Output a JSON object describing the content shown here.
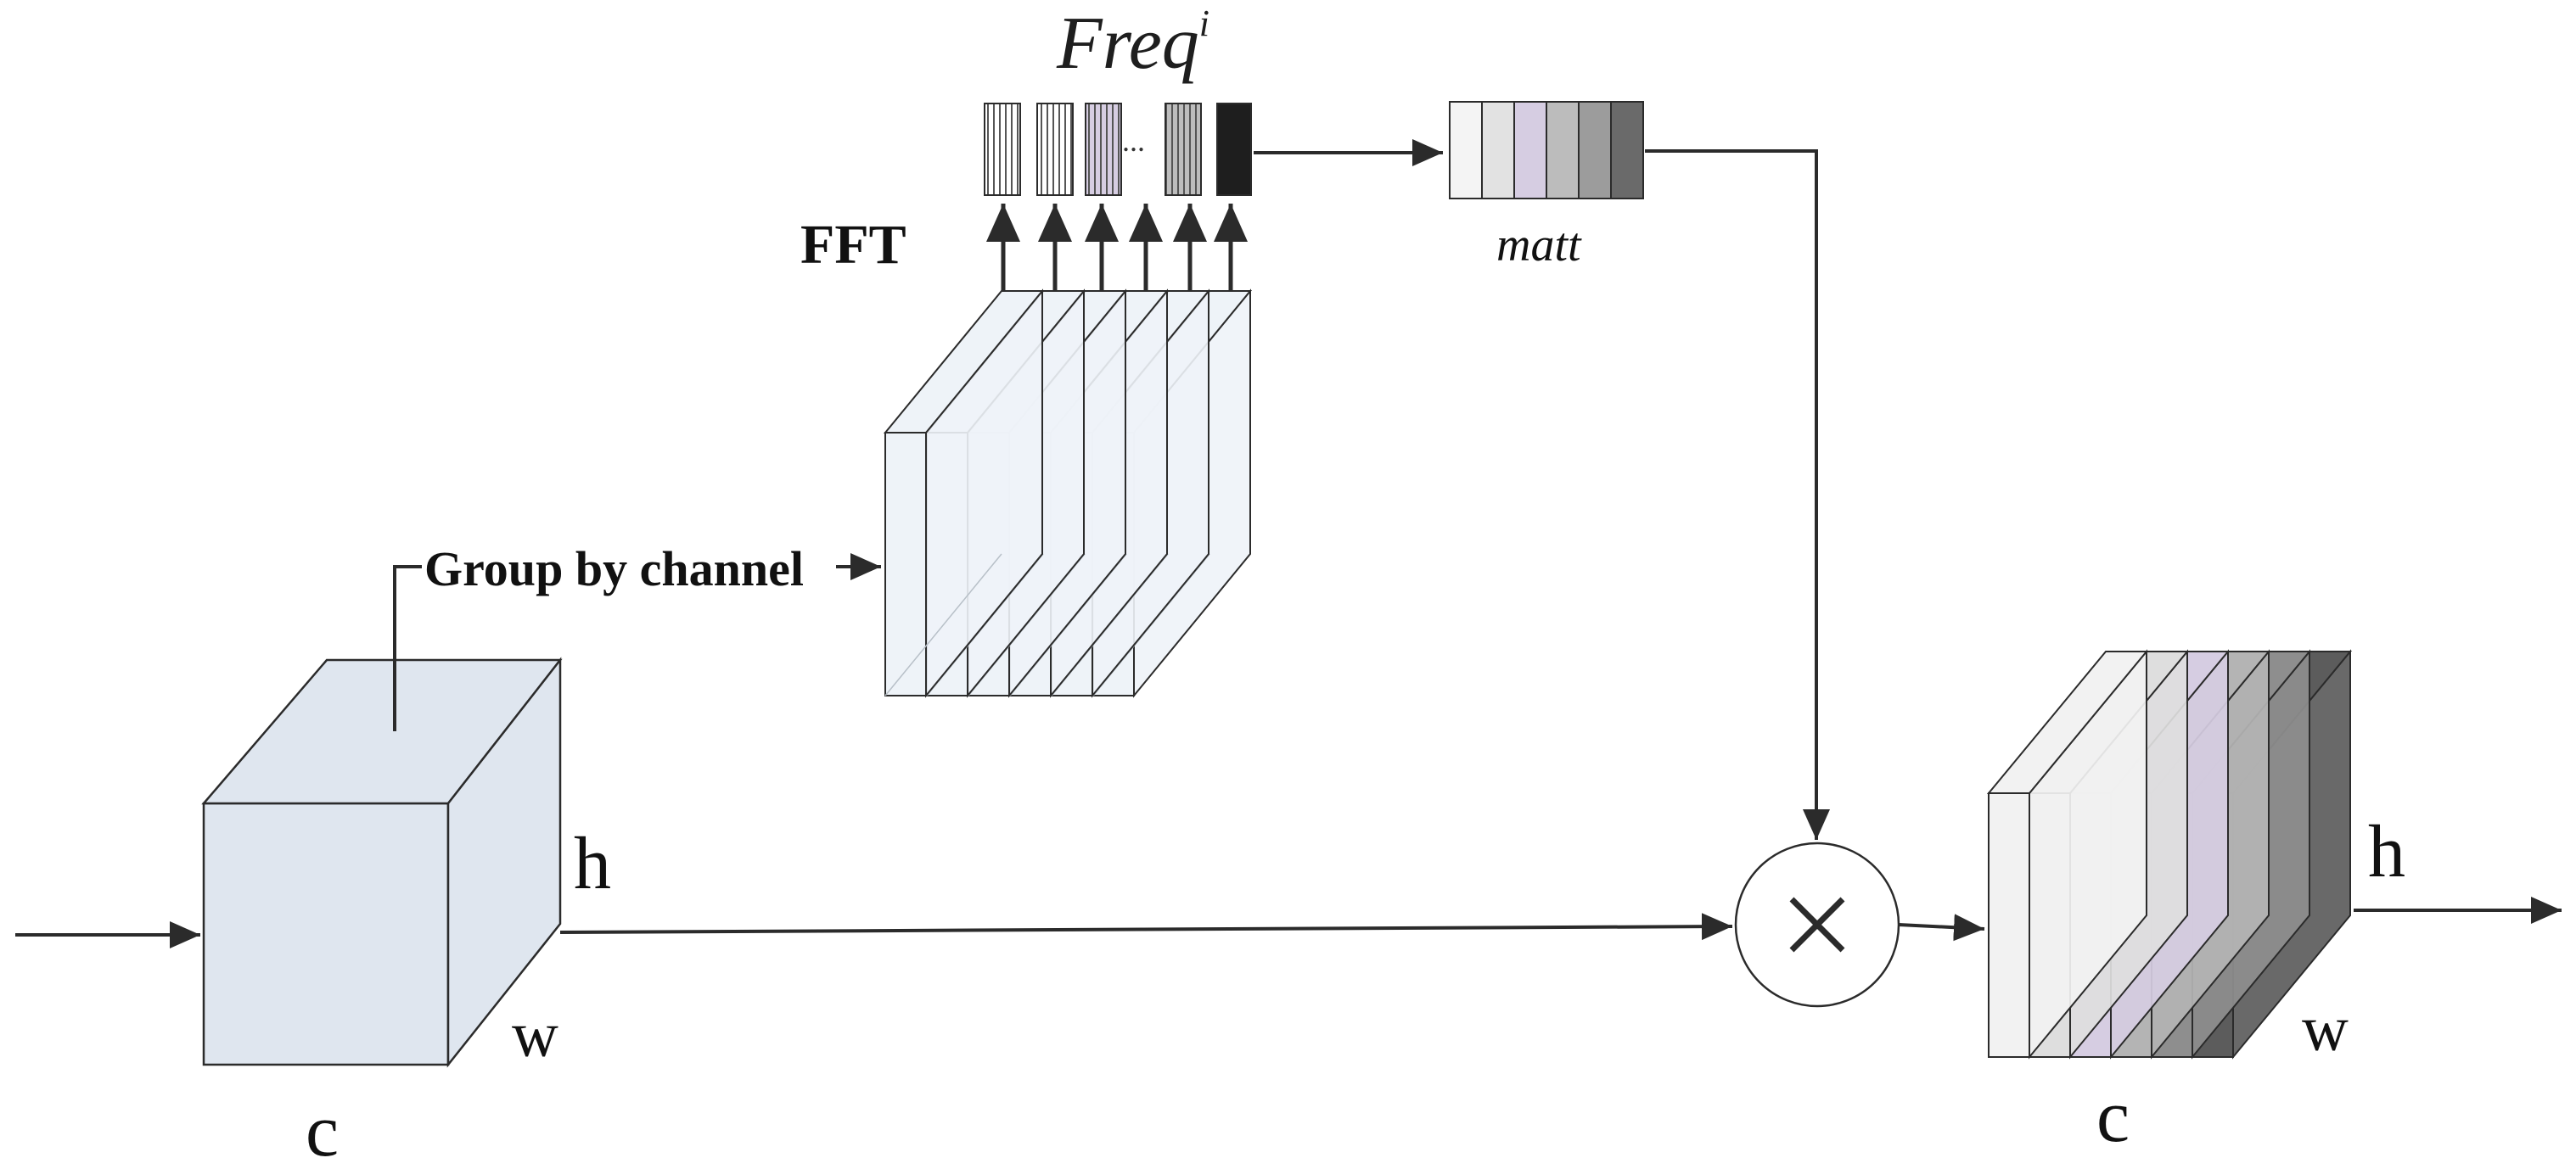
{
  "labels": {
    "freq_main": "Freq",
    "freq_sup": "i",
    "fft": "FFT",
    "matt": "matt",
    "group_by_channel": "Group by channel",
    "ellipsis": "...",
    "input_cube": {
      "h": "h",
      "w": "w",
      "c": "c"
    },
    "output_cube": {
      "h": "h",
      "w": "w",
      "c": "c"
    },
    "multiply": "×"
  },
  "colors": {
    "line": "#2b2b2b",
    "cube_face": "#dfe6ef",
    "slice_face": "#eef3f8",
    "purple": "#d6cde2",
    "dark": "#1e1e1e"
  },
  "freq_bars": [
    {
      "name": "freq-bar-1",
      "fill": "#ffffff",
      "hatched": true
    },
    {
      "name": "freq-bar-2",
      "fill": "#ffffff",
      "hatched": true
    },
    {
      "name": "freq-bar-3",
      "fill": "#d6cde2",
      "hatched": true
    },
    {
      "name": "freq-bar-4",
      "fill": "#bdbdbd",
      "hatched": true
    },
    {
      "name": "freq-bar-5",
      "fill": "#1e1e1e",
      "hatched": false
    }
  ],
  "matt_cells": [
    "#f4f4f4",
    "#e2e2e2",
    "#d6cde2",
    "#bcbcbc",
    "#9c9c9c",
    "#6a6a6a"
  ],
  "output_slices": [
    "#f2f2f2",
    "#dedede",
    "#d6cde2",
    "#b4b4b4",
    "#8e8e8e",
    "#5c5c5c"
  ]
}
